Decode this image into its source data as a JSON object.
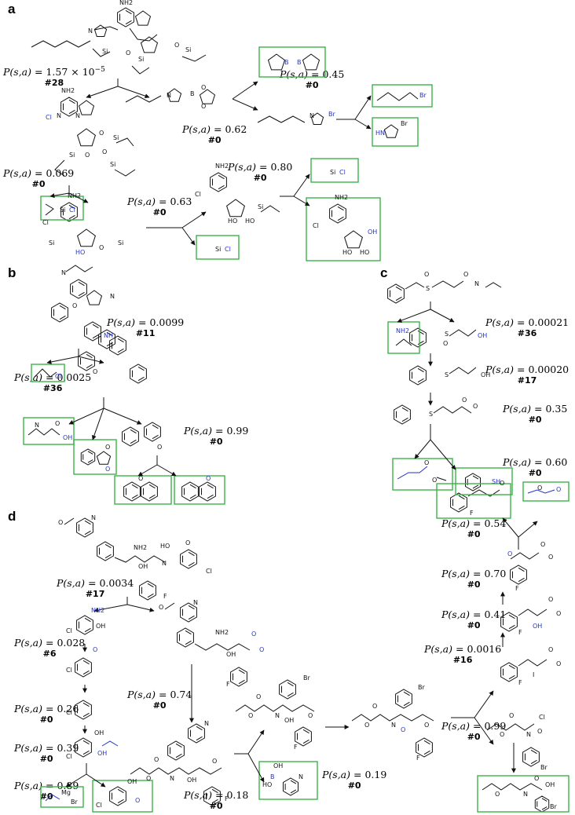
{
  "panels": {
    "a": "a",
    "b": "b",
    "c": "c",
    "d": "d"
  },
  "prob_prefix": "P(s,a) = ",
  "steps": {
    "a1": {
      "p": "1.57 × 10",
      "exp": "−5",
      "n": "#28"
    },
    "a2": {
      "p": "0.62",
      "n": "#0"
    },
    "a3": {
      "p": "0.45",
      "n": "#0"
    },
    "a4": {
      "p": "0.069",
      "n": "#0"
    },
    "a5": {
      "p": "0.63",
      "n": "#0"
    },
    "a6": {
      "p": "0.80",
      "n": "#0"
    },
    "b1": {
      "p": "0.0099",
      "n": "#11"
    },
    "b2": {
      "p": "0.0025",
      "n": "#36"
    },
    "b3": {
      "p": "0.99",
      "n": "#0"
    },
    "c1": {
      "p": "0.00021",
      "n": "#36"
    },
    "c2": {
      "p": "0.00020",
      "n": "#17"
    },
    "c3": {
      "p": "0.35",
      "n": "#0"
    },
    "c4": {
      "p": "0.60",
      "n": "#0"
    },
    "d1": {
      "p": "0.0034",
      "n": "#17"
    },
    "d2": {
      "p": "0.028",
      "n": "#6"
    },
    "d3": {
      "p": "0.26",
      "n": "#0"
    },
    "d4": {
      "p": "0.39",
      "n": "#0"
    },
    "d5": {
      "p": "0.89",
      "n": "#0"
    },
    "d6": {
      "p": "0.74",
      "n": "#0"
    },
    "d7": {
      "p": "0.18",
      "n": "#0"
    },
    "d8": {
      "p": "0.19",
      "n": "#0"
    },
    "d9": {
      "p": "0.0016",
      "n": "#16"
    },
    "d10": {
      "p": "0.41",
      "n": "#0"
    },
    "d11": {
      "p": "0.70",
      "n": "#0"
    },
    "d12": {
      "p": "0.54",
      "n": "#0"
    },
    "d13": {
      "p": "0.99",
      "n": "#0"
    }
  },
  "atoms": {
    "NH2": "NH2",
    "NH": "NH",
    "HN": "HN",
    "N": "N",
    "O": "O",
    "S": "S",
    "Cl": "Cl",
    "Br": "Br",
    "F": "F",
    "I": "I",
    "OH": "OH",
    "HO": "HO",
    "Si": "Si",
    "B": "B",
    "SH": "SH",
    "Mg": "Mg"
  },
  "colors": {
    "highlight": "#2233cc",
    "box": "#3cb34a",
    "ink": "#111111"
  }
}
